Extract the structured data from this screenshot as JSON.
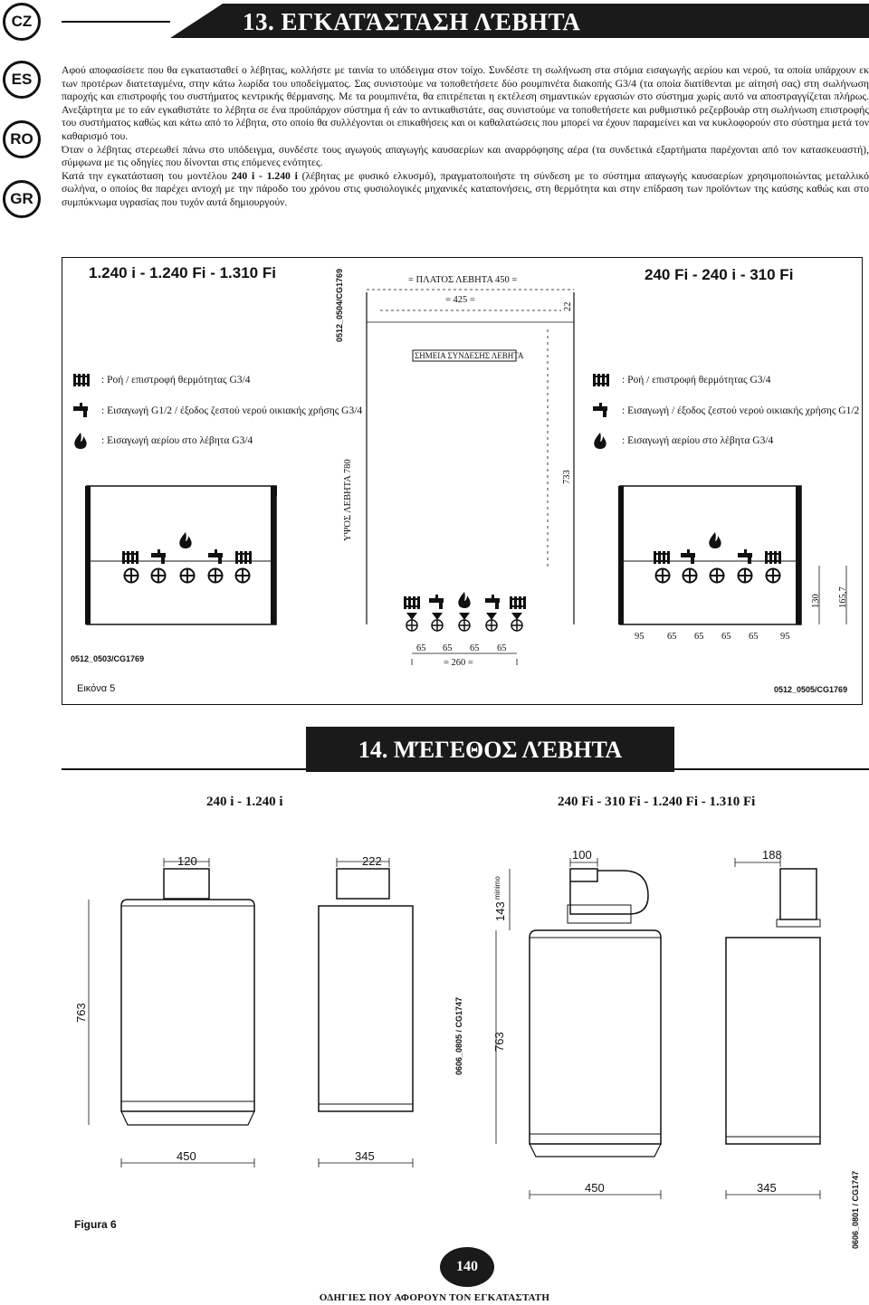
{
  "lang_badges": [
    "CZ",
    "ES",
    "RO",
    "GR"
  ],
  "section13": {
    "title": "13. ΕΓΚΑΤΆΣΤΑΣΗ ΛΈΒΗΤΑ",
    "paragraphs": [
      "Αφού αποφασίσετε που θα εγκατασταθεί ο λέβητας, κολλήστε με ταινία το υπόδειγμα στον τοίχο. Συνδέστε τη σωλήνωση στα στόμια εισαγωγής αερίου και νερού, τα οποία υπάρχουν εκ των προτέρων διατεταγμένα, στην κάτω λωρίδα του υποδείγματος. Σας συνιστούμε να τοποθετήσετε δύο ρουμπινέτα διακοπής G3/4 (τα οποία διατίθενται με αίτησή σας) στη σωλήνωση παροχής και επιστροφής του συστήματος κεντρικής θέρμανσης. Με τα ρουμπινέτα, θα επιτρέπεται η εκτέλεση σημαντικών εργασιών στο σύστημα χωρίς αυτό να αποστραγγίζεται πλήρως. Ανεξάρτητα με το εάν εγκαθιστάτε το λέβητα σε ένα προϋπάρχον σύστημα ή εάν το αντικαθιστάτε, σας συνιστούμε να τοποθετήσετε και ρυθμιστικό ρεζερβουάρ στη σωλήνωση επιστροφής του συστήματος καθώς και κάτω από το λέβητα, στο οποίο θα συλλέγονται οι επικαθήσεις και οι καθαλατώσεις που μπορεί να έχουν παραμείνει και να κυκλοφορούν στο σύστημα μετά τον καθαρισμό του.",
      "Όταν ο λέβητας στερεωθεί πάνω στο υπόδειγμα, συνδέστε τους αγωγούς απαγωγής καυσαερίων και αναρρόφησης αέρα (τα συνδετικά εξαρτήματα παρέχονται από τον κατασκευαστή), σύμφωνα με τις οδηγίες που δίνονται στις επόμενες ενότητες."
    ],
    "para3_pre": "Κατά την εγκατάσταση του μοντέλου ",
    "para3_bold1": "240 i",
    "para3_mid": " - ",
    "para3_bold2": "1.240 i",
    "para3_post": " (λέβητας με φυσικό ελκυσμό), πραγματοποιήστε τη σύνδεση με το σύστημα απαγωγής καυσαερίων χρησιμοποιώντας μεταλλικό σωλήνα, ο οποίος θα παρέχει αντοχή με την πάροδο του χρόνου στις φυσιολογικές μηχανικές καταπονήσεις, στη θερμότητα και στην επίδραση των προϊόντων της καύσης καθώς και στο συμπύκνωμα υγρασίας που τυχόν αυτά δημιουργούν."
  },
  "figure5": {
    "left_model": "1.240 i - 1.240 Fi - 1.310 Fi",
    "right_model": "240 Fi - 240 i - 310 Fi",
    "left_legend": [
      ": Ροή / επιστροφή θερμότητας G3/4",
      ": Εισαγωγή G1/2 / έξοδος ζεστού νερού οικιακής χρήσης G3/4",
      ": Εισαγωγή αερίου στο λέβητα G3/4"
    ],
    "right_legend": [
      ": Ροή / επιστροφή θερμότητας G3/4",
      ": Εισαγωγή / έξοδος ζεστού νερού οικιακής χρήσης G1/2",
      ": Εισαγωγή αερίου στο λέβητα G3/4"
    ],
    "center_code": "0512_0504/CG1769",
    "left_code": "0512_0503/CG1769",
    "right_code": "0512_0505/CG1769",
    "caption": "Εικόνα 5",
    "template": {
      "width_label": "= ΠΛΑΤΟΣ ΛΕΒΗΤΑ 450 =",
      "inner_width_label": "= 425 =",
      "top_offset": "22",
      "connection_label": "ΣΗΜΕΙΑ ΣΥΝΔΕΣΗΣ ΛΕΒΗΤΑ",
      "height_label": "ΥΨΟΣ ΛΕΒΗΤΑ 780",
      "height_733": "733",
      "spacings": [
        "65",
        "65",
        "65",
        "65"
      ],
      "total": "= 260 ="
    },
    "right_dims": {
      "spacings": [
        "95",
        "65",
        "65",
        "65",
        "65",
        "95"
      ],
      "h130": "130",
      "h1657": "165,7"
    }
  },
  "section14": {
    "title": "14. ΜΈΓΕΘΟΣ ΛΈΒΗΤΑ",
    "left_models": "240 i - 1.240 i",
    "right_models": "240 Fi - 310 Fi - 1.240 Fi - 1.310 Fi",
    "left_dims": {
      "top_w": "120",
      "top_w2": "222",
      "height": "763",
      "bottom_w": "450",
      "depth": "345"
    },
    "right_dims": {
      "top_w": "100",
      "top_w2": "188",
      "flue_h": "143",
      "flue_note": "minimo",
      "height": "763",
      "bottom_w": "450",
      "depth": "345"
    },
    "code_center": "0606_0805 / CG1747",
    "code_right": "0606_0801 / CG1747",
    "caption": "Figura 6"
  },
  "page_number": "140",
  "footer": "ΟΔΗΓΙΕΣ ΠΟΥ ΑΦΟΡΟΥΝ ΤΟΝ ΕΓΚΑΤΑΣΤΑΤΗ"
}
